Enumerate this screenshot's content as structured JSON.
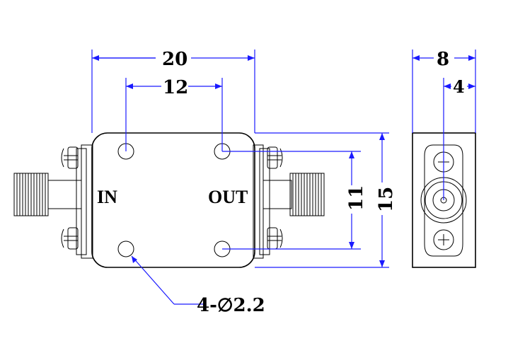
{
  "labels": {
    "input_port": "IN",
    "output_port": "OUT"
  },
  "dimensions": {
    "overall_length": "20",
    "hole_spacing_x": "12",
    "hole_spacing_y": "11",
    "overall_height": "15",
    "side_width": "8",
    "side_center_offset": "4",
    "hole_callout": "4-∅2.2"
  },
  "colors": {
    "dimension_lines": "#1a1aff",
    "outline": "#000000"
  }
}
